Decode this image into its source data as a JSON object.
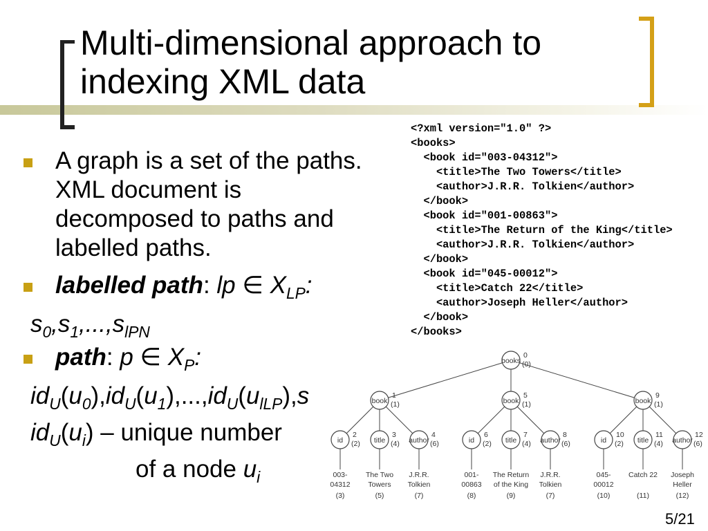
{
  "slide": {
    "title": "Multi-dimensional approach to indexing XML data",
    "page_number": "5/21"
  },
  "bullets": {
    "b1": "A graph is a set of the paths. XML document is decomposed to paths and labelled paths.",
    "b2_term": "labelled path",
    "b3_term": "path",
    "uid_desc": "– unique number",
    "uid_desc2": "of a node"
  },
  "xml_code": "<?xml version=\"1.0\" ?>\n<books>\n  <book id=\"003-04312\">\n    <title>The Two Towers</title>\n    <author>J.R.R. Tolkien</author>\n  </book>\n  <book id=\"001-00863\">\n    <title>The Return of the King</title>\n    <author>J.R.R. Tolkien</author>\n  </book>\n  <book id=\"045-00012\">\n    <title>Catch 22</title>\n    <author>Joseph Heller</author>\n  </book>\n</books>",
  "tree": {
    "root": {
      "label": "books",
      "id": "0",
      "num": "(0)"
    },
    "books": [
      {
        "label": "book",
        "id": "1",
        "num": "(1)",
        "children": [
          {
            "label": "id",
            "id": "2",
            "num": "(2)",
            "value": [
              "003-",
              "04312",
              "(3)"
            ]
          },
          {
            "label": "title",
            "id": "3",
            "num": "(4)",
            "value": [
              "The Two",
              "Towers",
              "(5)"
            ]
          },
          {
            "label": "author",
            "id": "4",
            "num": "(6)",
            "value": [
              "J.R.R.",
              "Tolkien",
              "(7)"
            ]
          }
        ]
      },
      {
        "label": "book",
        "id": "5",
        "num": "(1)",
        "children": [
          {
            "label": "id",
            "id": "6",
            "num": "(2)",
            "value": [
              "001-",
              "00863",
              "(8)"
            ]
          },
          {
            "label": "title",
            "id": "7",
            "num": "(4)",
            "value": [
              "The Return",
              "of the King",
              "(9)"
            ]
          },
          {
            "label": "author",
            "id": "8",
            "num": "(6)",
            "value": [
              "J.R.R.",
              "Tolkien",
              "(7)"
            ]
          }
        ]
      },
      {
        "label": "book",
        "id": "9",
        "num": "(1)",
        "children": [
          {
            "label": "id",
            "id": "10",
            "num": "(2)",
            "value": [
              "045-",
              "00012",
              "(10)"
            ]
          },
          {
            "label": "title",
            "id": "11",
            "num": "(4)",
            "value": [
              "Catch 22",
              "",
              "(11)"
            ]
          },
          {
            "label": "author",
            "id": "12",
            "num": "(6)",
            "value": [
              "Joseph",
              "Heller",
              "(12)"
            ]
          }
        ]
      }
    ]
  },
  "colors": {
    "bullet": "#c8a014",
    "bracket": "#d4a017"
  }
}
